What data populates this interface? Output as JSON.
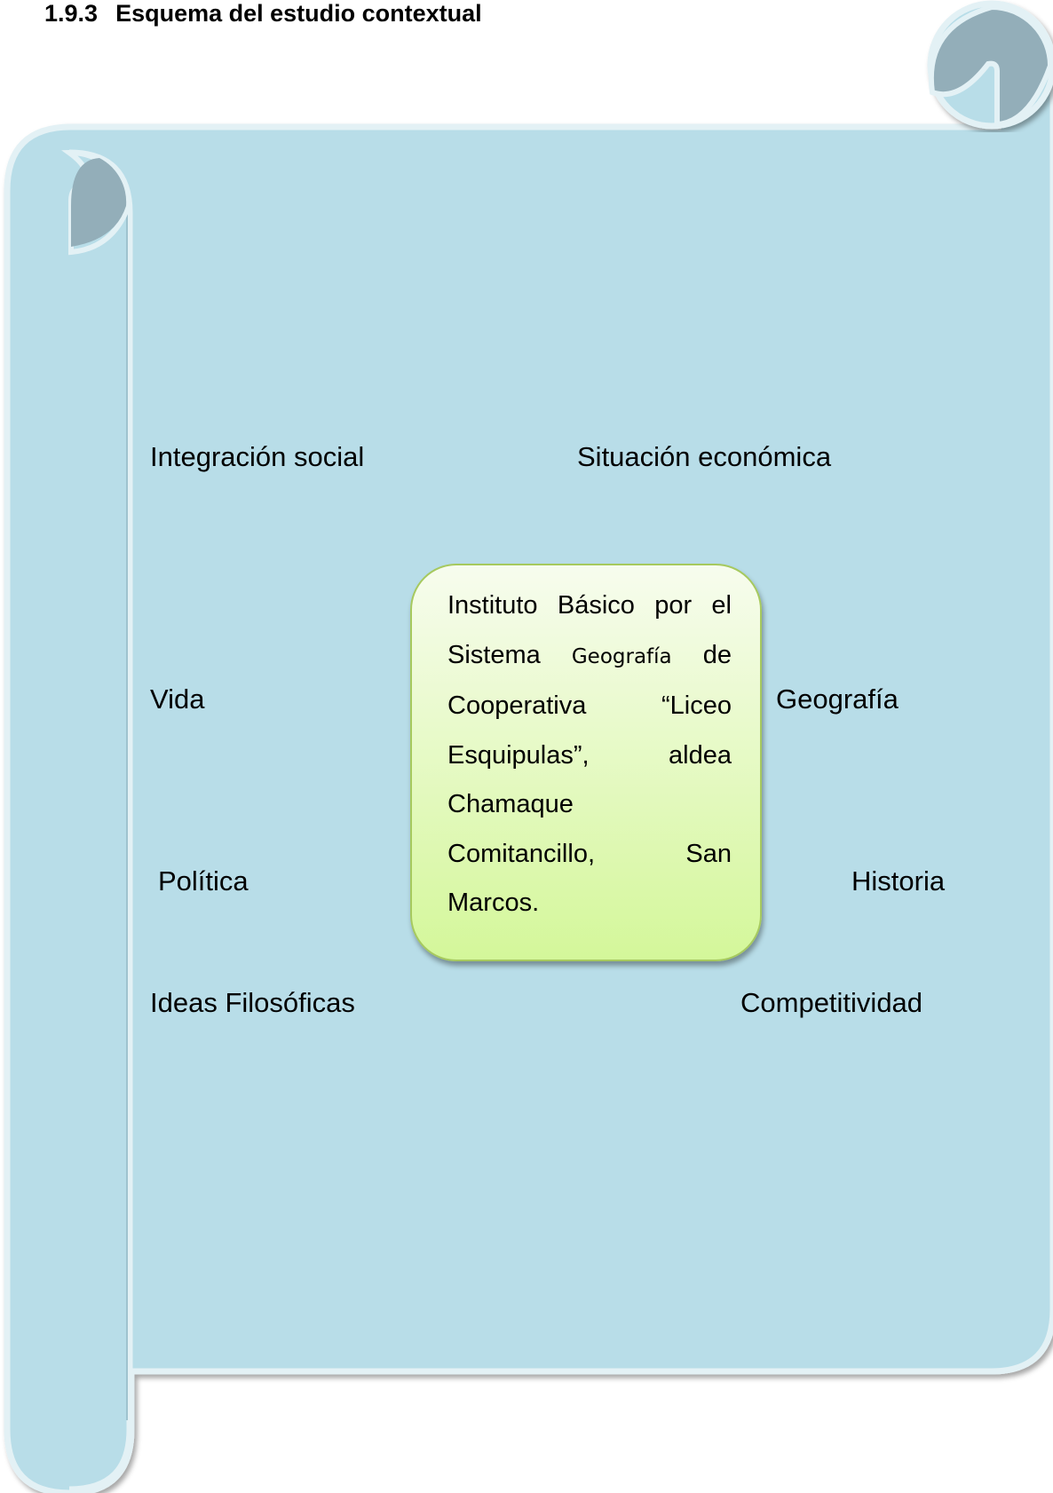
{
  "heading": {
    "number": "1.9.3",
    "title": "Esquema del estudio contextual"
  },
  "colors": {
    "scroll_fill": "#b8dde8",
    "scroll_edge": "#e3f1f5",
    "curl_fill": "#93aeb9",
    "box_border": "#a6c95e",
    "box_top": "#f7fcee",
    "box_bottom": "#d4f79a"
  },
  "diagram": {
    "labels": {
      "integracion": "Integración social",
      "situacion": "Situación económica",
      "vida": "Vida",
      "geografia": "Geografía",
      "politica": "Política",
      "historia": "Historia",
      "ideas": "Ideas Filosóficas",
      "competitividad": "Competitividad"
    },
    "center": {
      "lines": [
        [
          "Instituto",
          "Básico",
          "por",
          "el"
        ],
        [
          "Sistema",
          "Geografía",
          "de"
        ],
        [
          "Cooperativa",
          "“Liceo"
        ],
        [
          "Esquipulas”,",
          "aldea"
        ],
        [
          "Chamaque"
        ],
        [
          "Comitancillo,",
          "San"
        ],
        [
          "Marcos."
        ]
      ]
    }
  }
}
